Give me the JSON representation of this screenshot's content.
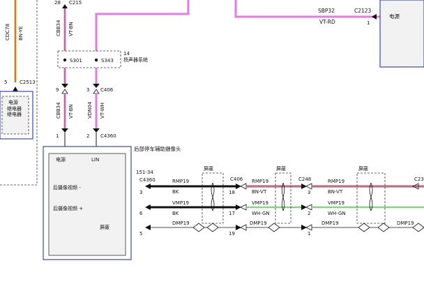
{
  "top": {
    "c215_pin": "28",
    "c215": "C215",
    "sbp32": "SBP32",
    "vt_rd": "VT-RD",
    "c2123": "C2123",
    "c2123_pin": "1",
    "power_right": "电源"
  },
  "left": {
    "cdc78": "CDC78",
    "bn_ye": "BN-YE",
    "c2513_pin": "5",
    "c2513": "C2513",
    "relay_l1": "电源",
    "relay_l2": "继电器",
    "relay_l3": "继电器"
  },
  "wires_top": {
    "cbb34": "CBB34",
    "vt_bn": "VT-BN",
    "cbb34_2": "CBB34",
    "vt_bn_2": "VT-BN",
    "vdn04": "VDN04",
    "vt_wh": "VT-WH"
  },
  "splices": {
    "s301": "S301",
    "s343": "S343",
    "system_num": "14",
    "system_label": "扬声器系统"
  },
  "c406_top": {
    "pin_a": "9",
    "pin_b": "3",
    "label": "C406"
  },
  "c4360_top": {
    "pin_a": "1",
    "pin_b": "2",
    "label": "C4360"
  },
  "camera": {
    "title": "后部停车辅助摄像头",
    "power": "电源",
    "lin": "LIN",
    "video_neg": "后摄像视频 -",
    "video_pos": "后摄像视频 +",
    "shield": "屏蔽",
    "ref": "151-34",
    "connector": "C4360",
    "pins": [
      "3",
      "6",
      "5"
    ]
  },
  "run1": {
    "rmp": "RMP19",
    "bk1": "BK",
    "vmp": "VMP19",
    "bk2": "BK",
    "dmp": "DMP19",
    "shield": "屏蔽"
  },
  "c406": {
    "label": "C406",
    "pins": [
      "18",
      "17",
      "19"
    ]
  },
  "run2": {
    "rmp": "RMP19",
    "bn_vt": "BN-VT",
    "vmp": "VMP19",
    "wh_gn": "WH-GN",
    "dmp": "DMP19",
    "shield": "屏蔽"
  },
  "c248": {
    "label": "C248",
    "pins": [
      "3",
      "2",
      "1"
    ]
  },
  "run3": {
    "rmp": "RMP19",
    "bn_vt": "BN-VT",
    "vmp": "VMP19",
    "wh_gn": "WH-GN",
    "dmp": "DMP19",
    "dmp_far": "DMP19",
    "shield": "屏蔽"
  },
  "right_edge": {
    "c23": "C23"
  },
  "colors": {
    "violet": "#e879e0",
    "brown": "#a05a3a",
    "green": "#8ad08a",
    "orange": "#f0a020",
    "box_blue": "#3a47c0"
  }
}
